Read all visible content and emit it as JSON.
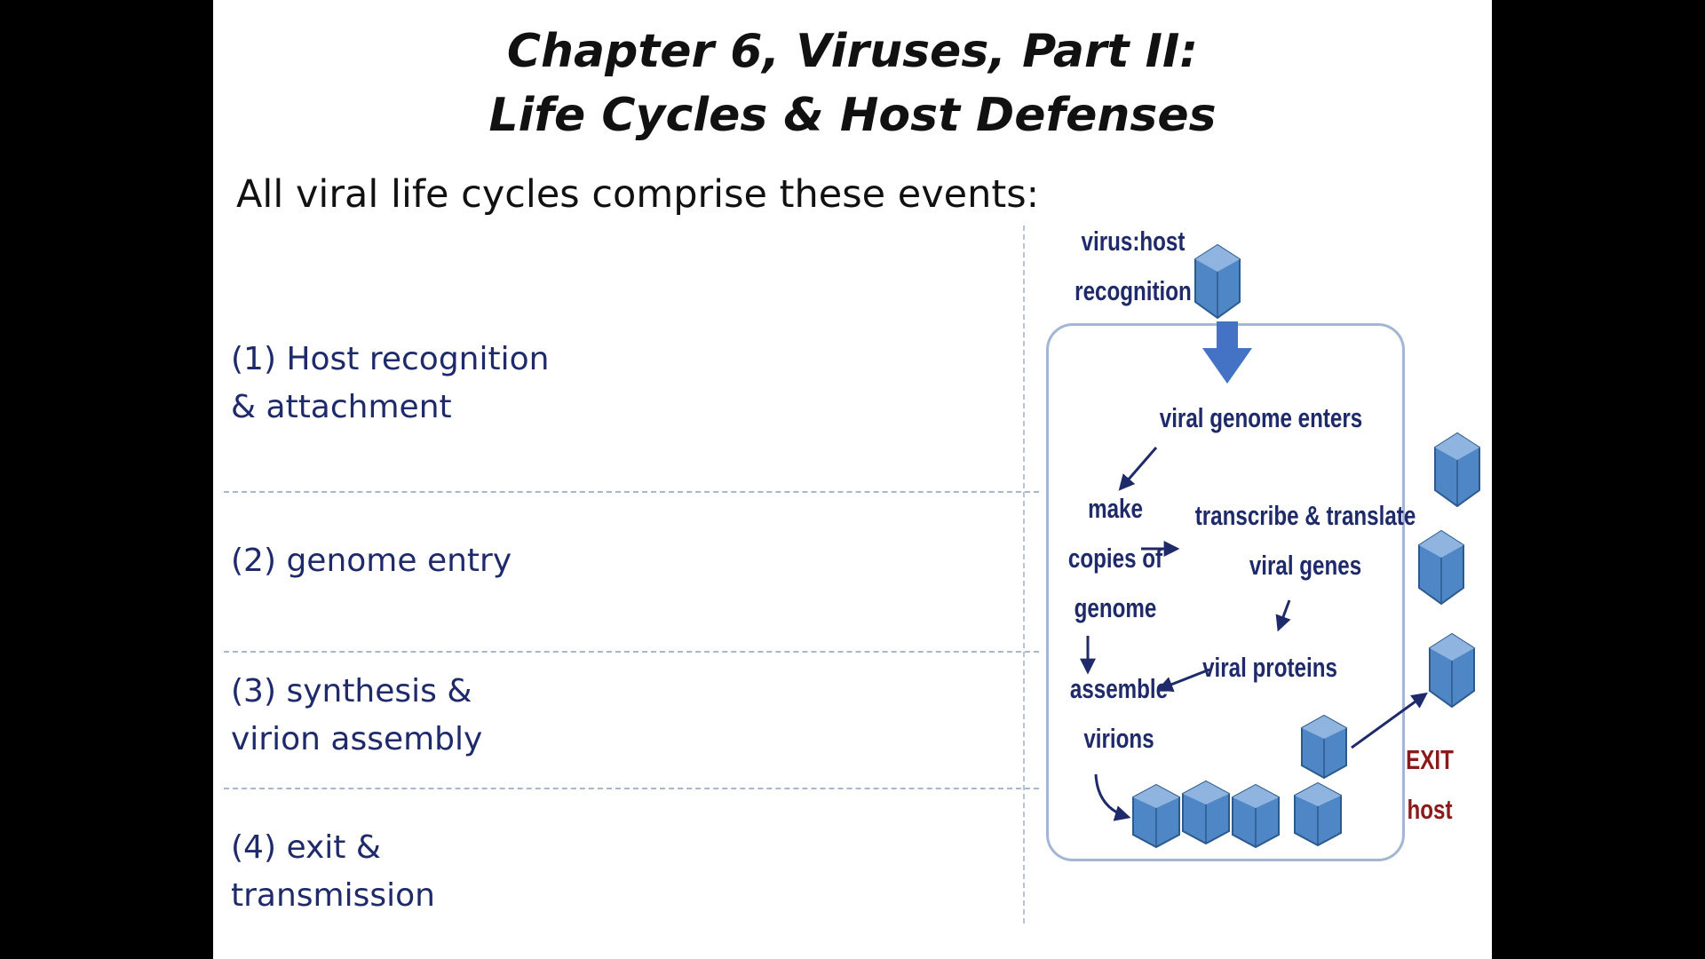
{
  "slide": {
    "title_line1": "Chapter 6, Viruses, Part II:",
    "title_line2": "Life Cycles & Host Defenses",
    "intro": "All viral life cycles comprise these events:"
  },
  "events": [
    {
      "line1": "(1) Host recognition",
      "line2": "& attachment"
    },
    {
      "line1": "(2) genome entry"
    },
    {
      "line1": "(3) synthesis &",
      "line2": "virion assembly"
    },
    {
      "line1": "(4) exit &",
      "line2": "transmission"
    }
  ],
  "diagram": {
    "recognition": [
      "virus:host",
      "recognition"
    ],
    "genome_enters": "viral genome enters",
    "make_copies": [
      "make",
      "copies of",
      "genome"
    ],
    "transcribe": [
      "transcribe & translate",
      "viral genes"
    ],
    "viral_proteins": "viral proteins",
    "assemble": [
      "assemble",
      "virions"
    ],
    "exit_host": [
      "EXIT",
      "host"
    ]
  },
  "colors": {
    "event_text": "#1f2a6b",
    "diagram_text": "#1f2a6b",
    "exit_text": "#8b1a1a",
    "big_arrow": "#4472c4",
    "virion_fill": "#4f86c6",
    "cell_outline": "#a3b6d3"
  },
  "icons": [
    "virion-icon",
    "down-arrow-icon",
    "arrow-icon"
  ]
}
